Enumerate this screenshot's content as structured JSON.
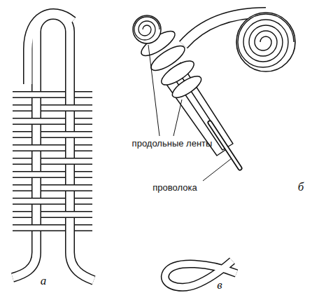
{
  "diagram": {
    "labels": [
      "продольные ленты",
      "проволока",
      "а",
      "б",
      "в"
    ]
  }
}
